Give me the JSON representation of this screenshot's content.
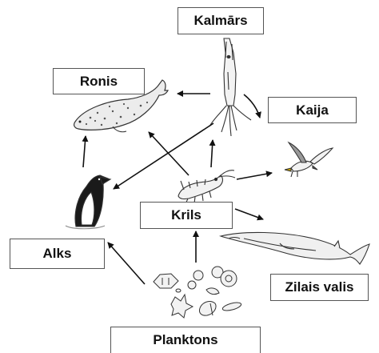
{
  "labels": {
    "kalmars": "Kalmārs",
    "ronis": "Ronis",
    "kaija": "Kaija",
    "krils": "Krils",
    "alks": "Alks",
    "zilais_valis": "Zilais valis",
    "planktons": "Planktons"
  },
  "arrows": [
    {
      "from": "Kalmārs",
      "to": "Ronis"
    },
    {
      "from": "Kalmārs",
      "to": "Kaija"
    },
    {
      "from": "Kalmārs",
      "to": "Alks"
    },
    {
      "from": "Krils",
      "to": "Ronis"
    },
    {
      "from": "Krils",
      "to": "Kalmārs"
    },
    {
      "from": "Krils",
      "to": "Kaija"
    },
    {
      "from": "Krils",
      "to": "Zilais valis"
    },
    {
      "from": "Alks",
      "to": "Ronis"
    },
    {
      "from": "Planktons",
      "to": "Krils"
    },
    {
      "from": "Planktons",
      "to": "Alks"
    }
  ],
  "colors": {
    "line": "#111111",
    "box_border": "#555555",
    "illustration": "#333333"
  }
}
